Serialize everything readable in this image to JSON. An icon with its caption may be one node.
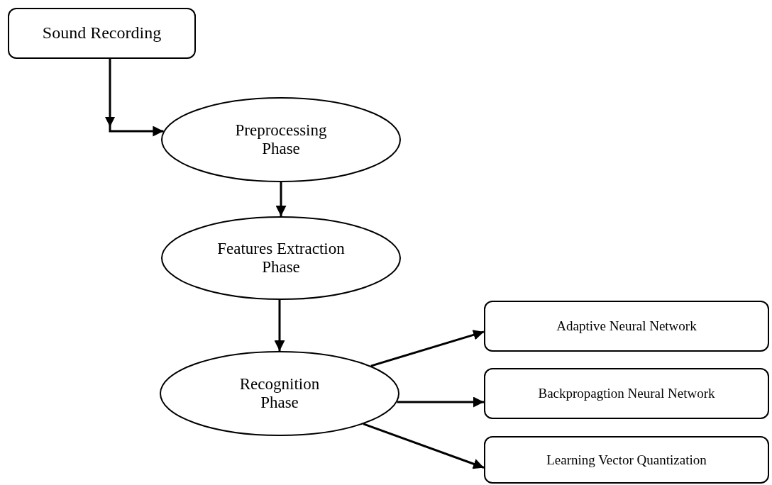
{
  "diagram": {
    "nodes": [
      {
        "text": [
          "Sound Recording"
        ]
      },
      {
        "text": [
          "Preprocessing Phase"
        ]
      },
      {
        "text": [
          "Features Extraction Phase"
        ]
      },
      {
        "text": [
          "Recognition Phase"
        ]
      },
      {
        "text": [
          "Adaptive Neural Network"
        ]
      },
      {
        "text": [
          "Backpropagtion Neural Network"
        ]
      },
      {
        "text": [
          "Learning Vector Quantization"
        ]
      }
    ],
    "edges": [
      {
        "from": 0,
        "to": 1,
        "arrow": "to"
      },
      {
        "from": 1,
        "to": 2,
        "arrow": "to"
      },
      {
        "from": 2,
        "to": 3,
        "arrow": "to"
      },
      {
        "from": 3,
        "to": 4,
        "arrow": "to"
      },
      {
        "from": 3,
        "to": 5,
        "arrow": "to"
      },
      {
        "from": 3,
        "to": 6,
        "arrow": "to"
      }
    ]
  }
}
